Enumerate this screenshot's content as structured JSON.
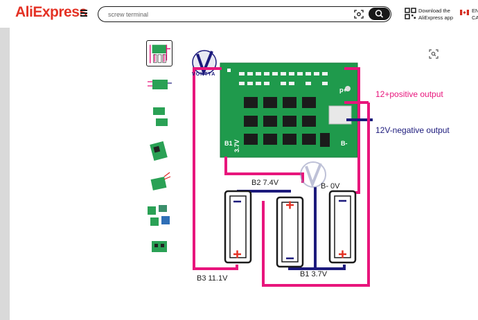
{
  "header": {
    "logo": "AliExpress",
    "search_value": "screw terminal",
    "app_line1": "Download the",
    "app_line2": "AliExpress app",
    "lang_line1": "EN/",
    "lang_line2": "CAD"
  },
  "product_image": {
    "brand": "VOKTTA",
    "label_positive_output": "12+positive output",
    "label_negative_output": "12V-negative output",
    "label_b2": "B2 7.4V",
    "label_bminus": "B- 0V",
    "label_b3": "B3 11.1V",
    "label_b1": "B1 3.7V",
    "battery_plus": "+",
    "battery_minus": "−",
    "board_b1": "B1",
    "board_bminus": "B-",
    "board_voltage": "3.7V",
    "board_p_plus": "p+"
  },
  "colors": {
    "brand_red": "#e43225",
    "wire_pink": "#e8157c",
    "wire_navy": "#1c1a7c",
    "pcb_green": "#1f9a4c"
  }
}
